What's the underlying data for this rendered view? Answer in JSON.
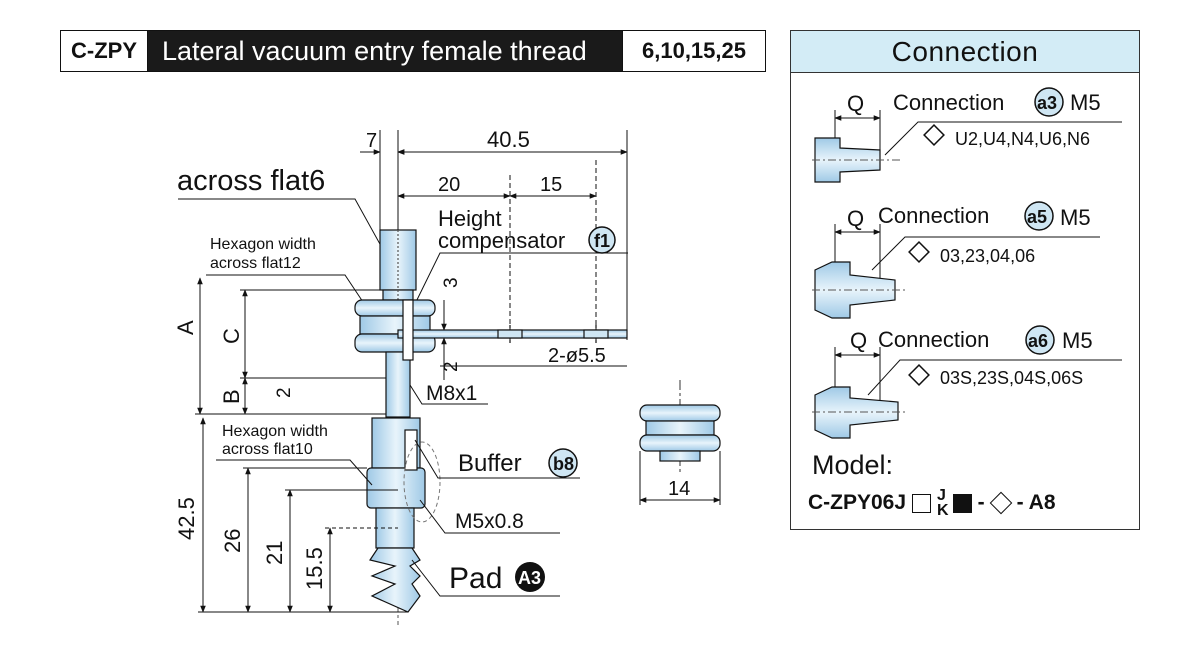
{
  "header": {
    "code": "C-ZPY",
    "title": "Lateral vacuum entry female thread",
    "sizes": "6,10,15,25"
  },
  "connection_panel": {
    "title": "Connection",
    "blocks": [
      {
        "q": "Q",
        "label": "Connection",
        "badge": "a3",
        "thread": "M5",
        "options": "U2,U4,N4,U6,N6"
      },
      {
        "q": "Q",
        "label": "Connection",
        "badge": "a5",
        "thread": "M5",
        "options": "03,23,04,06"
      },
      {
        "q": "Q",
        "label": "Connection",
        "badge": "a6",
        "thread": "M5",
        "options": "03S,23S,04S,06S"
      }
    ],
    "model_label": "Model:",
    "model_code_prefix": "C-ZPY06J",
    "model_jk_top": "J",
    "model_jk_bottom": "K",
    "model_suffix": "- A8"
  },
  "drawing": {
    "dim_7": "7",
    "dim_40_5": "40.5",
    "dim_20": "20",
    "dim_15": "15",
    "across_flat6": "across flat6",
    "hex_width_12_l1": "Hexagon width",
    "hex_width_12_l2": "across flat12",
    "height_comp_l1": "Height",
    "height_comp_l2": "compensator",
    "height_comp_badge": "f1",
    "dim_3": "3",
    "dim_2_right": "2",
    "dim_hole": "2-ø5.5",
    "dim_A": "A",
    "dim_C": "C",
    "dim_B": "B",
    "dim_2_left": "2",
    "thread_m8": "M8x1",
    "hex_width_10_l1": "Hexagon width",
    "hex_width_10_l2": "across flat10",
    "buffer": "Buffer",
    "buffer_badge": "b8",
    "thread_m5": "M5x0.8",
    "dim_42_5": "42.5",
    "dim_26": "26",
    "dim_21": "21",
    "dim_15_5": "15.5",
    "pad": "Pad",
    "pad_badge": "A3",
    "nut_width": "14"
  }
}
